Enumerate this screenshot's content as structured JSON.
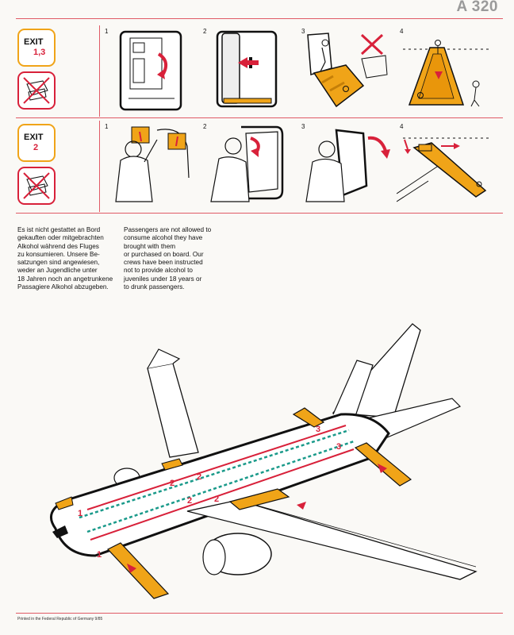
{
  "title": "A 320",
  "exits": [
    {
      "label": "EXIT",
      "number": "1,3",
      "steps": [
        "1",
        "2",
        "3",
        "4"
      ]
    },
    {
      "label": "EXIT",
      "number": "2",
      "steps": [
        "1",
        "2",
        "3",
        "4"
      ]
    }
  ],
  "text_de": "Es ist nicht gestattet an Bord\ngekauften oder mitgebrachten\nAlkohol während des Fluges\nzu konsumieren. Unsere Be-\nsatzungen sind angewiesen,\nweder an Jugendliche unter\n18 Jahren noch an angetrunkene\nPassagiere Alkohol abzugeben.",
  "text_en": "Passengers are not allowed to\nconsume alcohol they have\nbrought with them\nor purchased on board. Our\ncrews have been instructed\nnot to provide alcohol to\njuveniles under 18 years or\nto drunk passengers.",
  "diagram_labels": {
    "door_1_left": "1",
    "door_1_right": "1",
    "door_2_a": "2",
    "door_2_b": "2",
    "door_2_c": "2",
    "door_2_d": "2",
    "door_3_a": "3",
    "door_3_b": "3"
  },
  "footer": "Printed in the Federal Republic of Germany 9/85",
  "colors": {
    "accent_red": "#d8213a",
    "accent_orange": "#f0a418",
    "rule": "#e05a66",
    "exit_path": "#1a9a8a"
  }
}
